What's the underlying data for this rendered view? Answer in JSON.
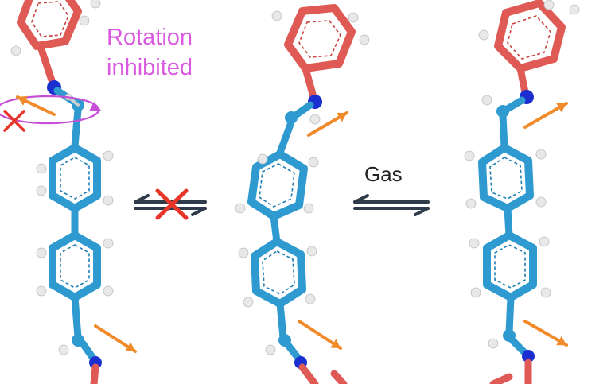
{
  "annotations": {
    "rotation_line1": "Rotation",
    "rotation_line2": "inhibited",
    "gas_label": "Gas"
  },
  "colors": {
    "phenyl": "#e05a55",
    "phenyl_dark": "#c94440",
    "biphenyl": "#2e9ad0",
    "biphenyl_dark": "#1f7fb3",
    "nitrogen": "#1b2fd1",
    "hydrogen": "#e8e8e8",
    "motion_arrow": "#f08a2b",
    "rotation_ring": "#c64fd6",
    "text_rotation": "#d95ae0",
    "forbid_x": "#e8352a",
    "equilibrium": "#2f3b4a"
  },
  "icons": [
    "equilibrium-arrows-icon",
    "blocked-x-icon",
    "motion-arrow-icon",
    "rotation-ring-icon"
  ]
}
